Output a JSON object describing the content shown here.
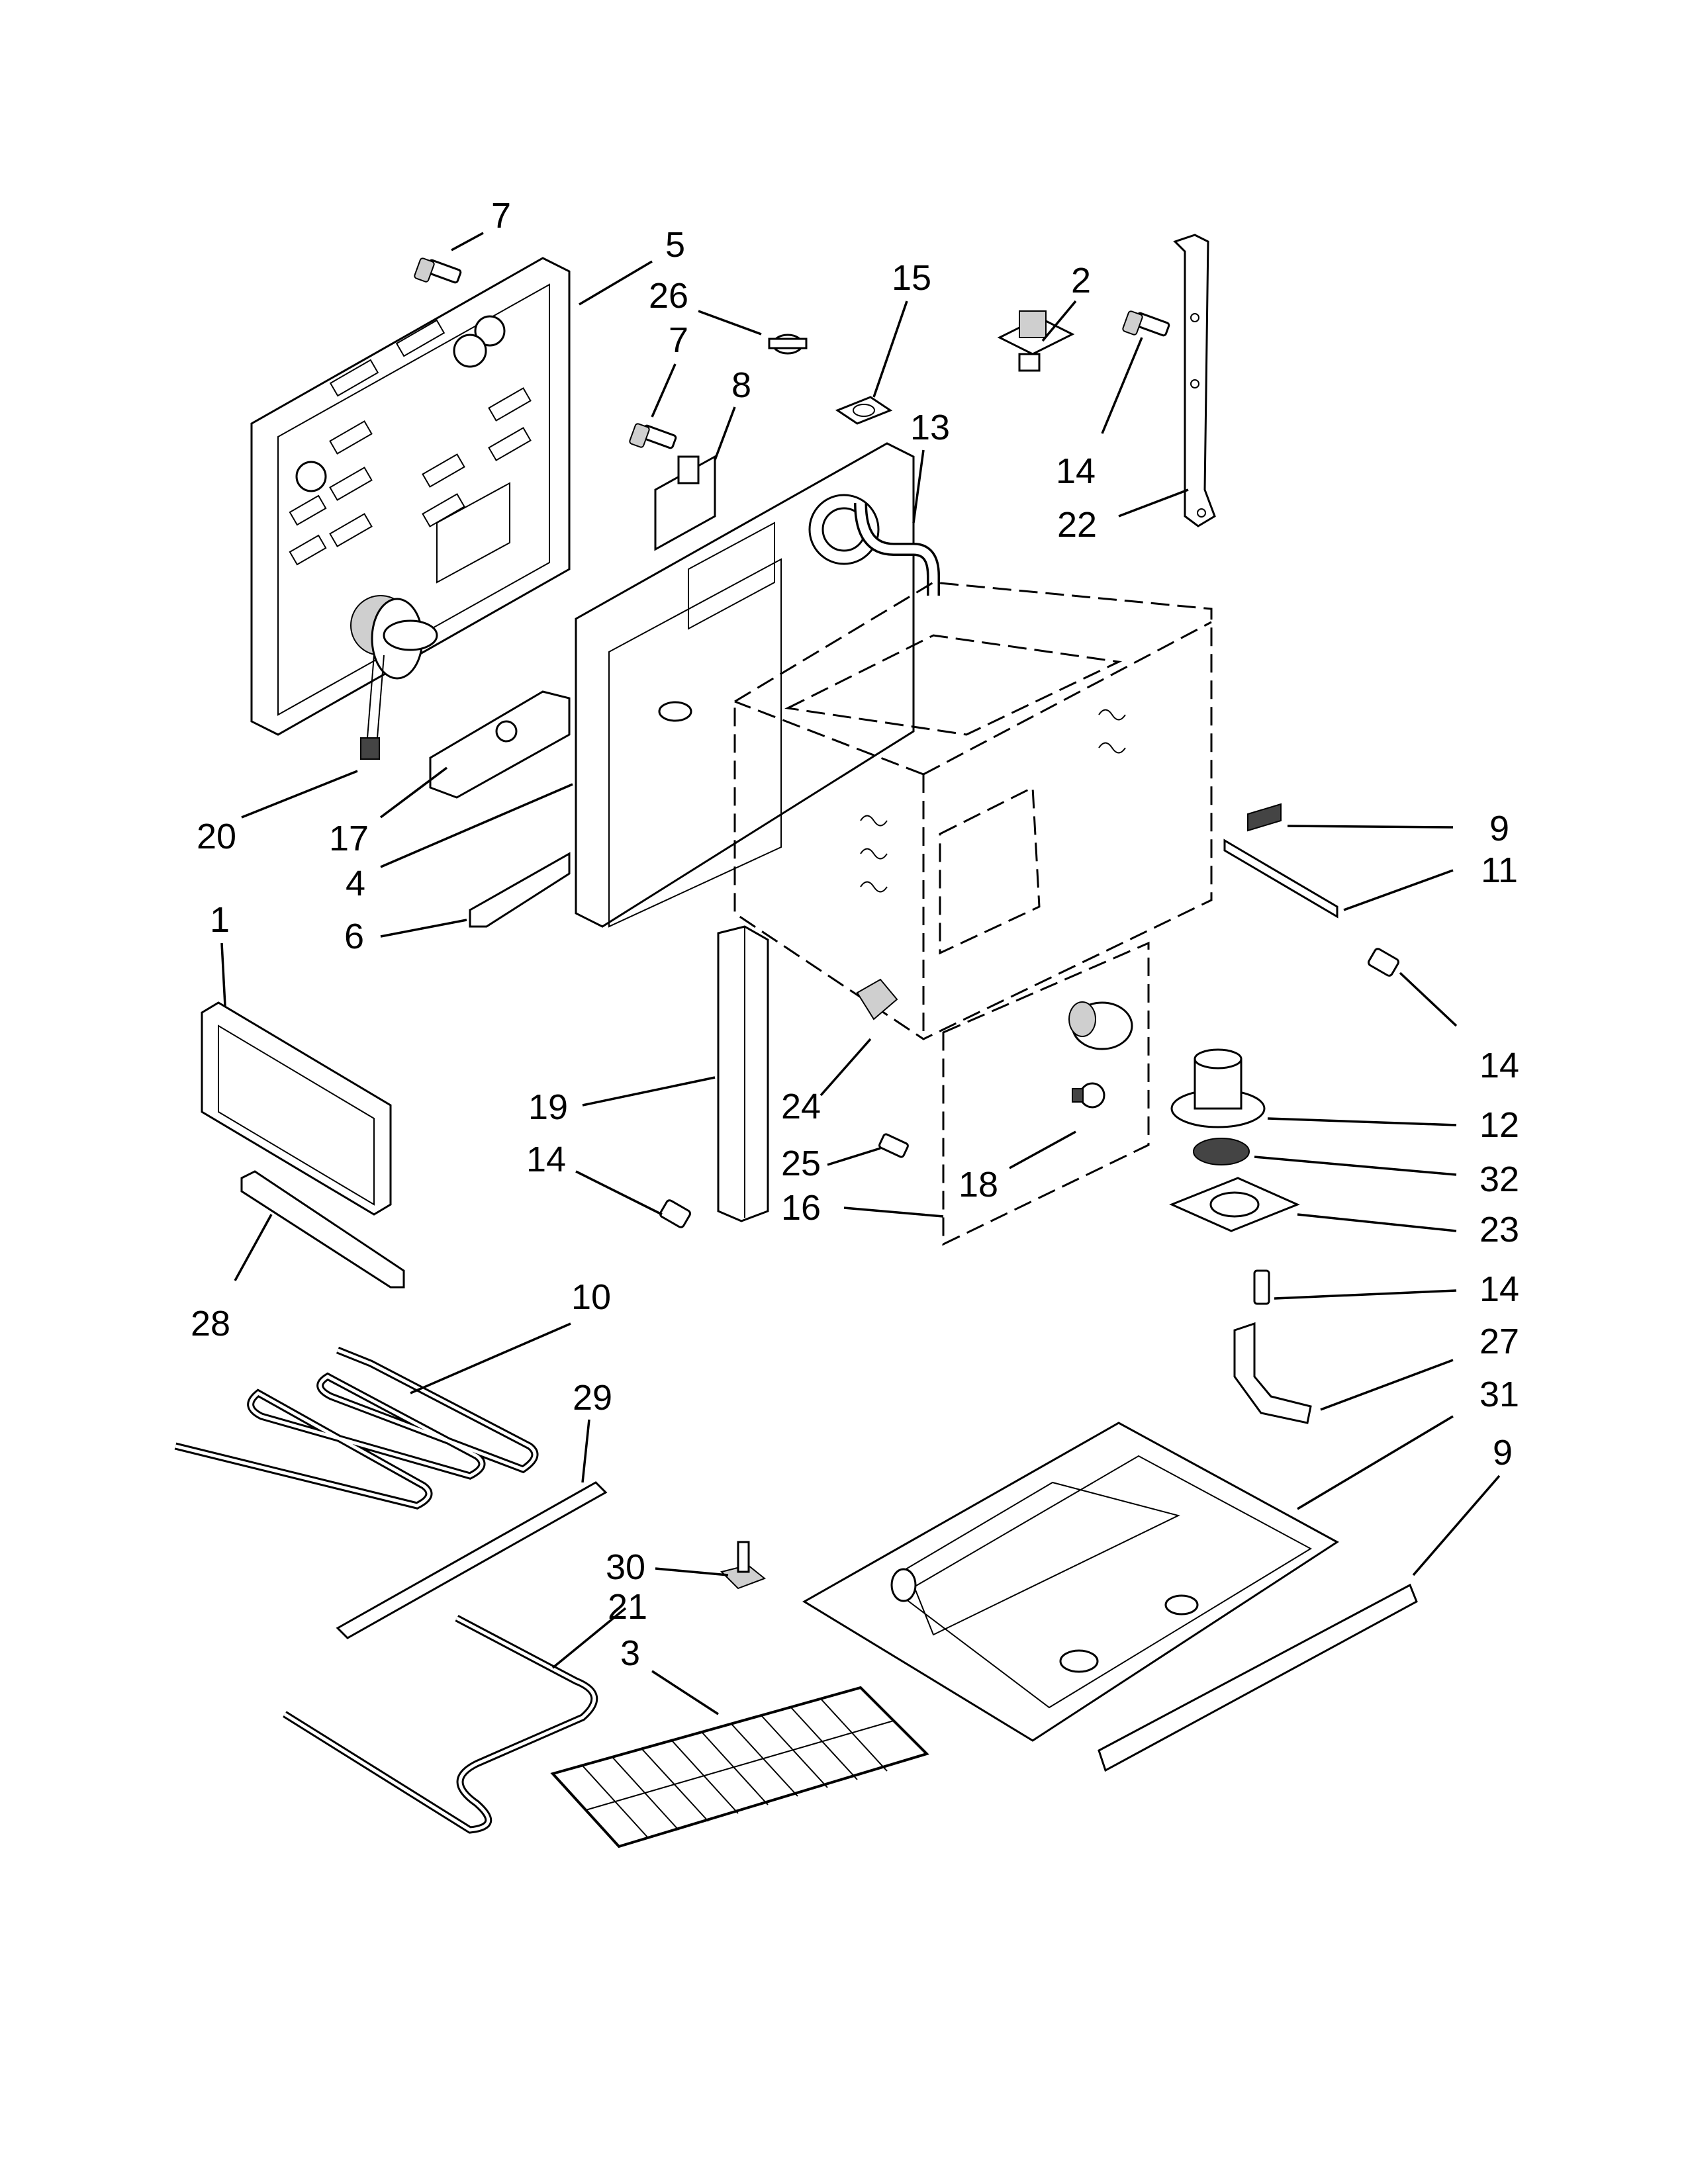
{
  "diagram": {
    "callouts": [
      "7",
      "5",
      "26",
      "7",
      "8",
      "15",
      "13",
      "2",
      "14",
      "22",
      "20",
      "17",
      "4",
      "6",
      "9",
      "11",
      "14",
      "1",
      "19",
      "24",
      "14",
      "25",
      "16",
      "18",
      "12",
      "32",
      "23",
      "14",
      "27",
      "28",
      "10",
      "29",
      "31",
      "9",
      "30",
      "21",
      "3"
    ]
  }
}
